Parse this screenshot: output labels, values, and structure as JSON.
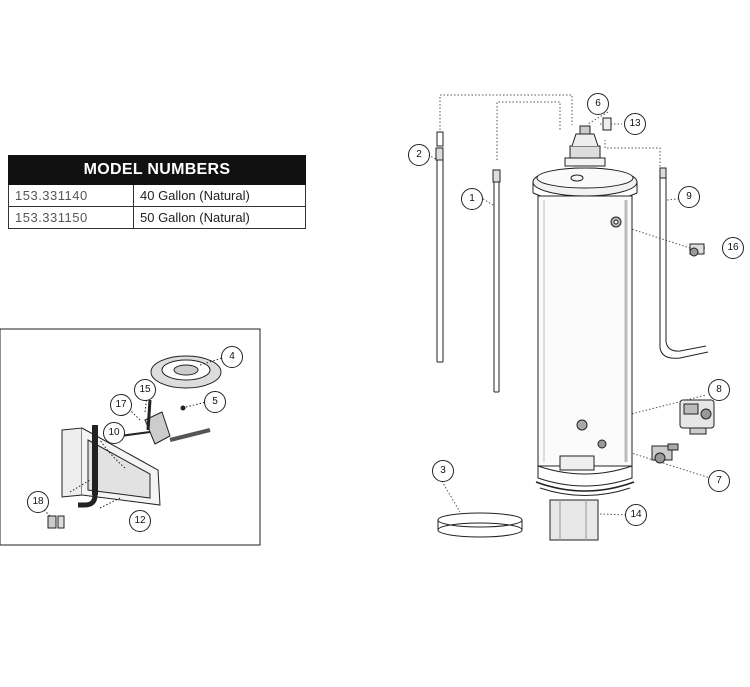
{
  "model_table": {
    "header": "MODEL NUMBERS",
    "rows": [
      {
        "model": "153.331140",
        "description": "40 Gallon (Natural)"
      },
      {
        "model": "153.331150",
        "description": "50 Gallon (Natural)"
      }
    ]
  },
  "callouts": {
    "c1": "1",
    "c2": "2",
    "c3": "3",
    "c4": "4",
    "c5": "5",
    "c6": "6",
    "c7": "7",
    "c8": "8",
    "c9": "9",
    "c10": "10",
    "c12": "12",
    "c13": "13",
    "c14": "14",
    "c15": "15",
    "c16": "16",
    "c17": "17",
    "c18": "18"
  }
}
